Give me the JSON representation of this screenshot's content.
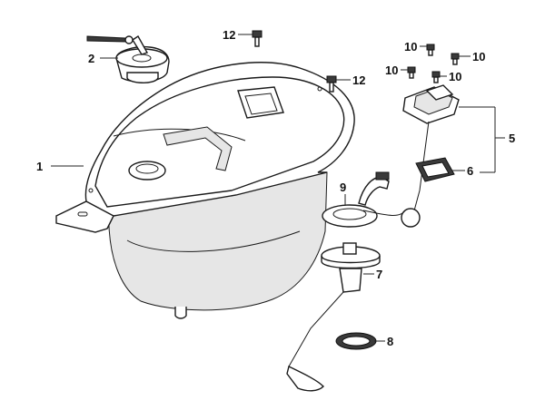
{
  "diagram": {
    "callouts": [
      {
        "id": "1",
        "text": "1"
      },
      {
        "id": "2",
        "text": "2"
      },
      {
        "id": "12a",
        "text": "12"
      },
      {
        "id": "12b",
        "text": "12"
      },
      {
        "id": "10a",
        "text": "10"
      },
      {
        "id": "10b",
        "text": "10"
      },
      {
        "id": "10c",
        "text": "10"
      },
      {
        "id": "10d",
        "text": "10"
      },
      {
        "id": "5",
        "text": "5"
      },
      {
        "id": "6",
        "text": "6"
      },
      {
        "id": "9",
        "text": "9"
      },
      {
        "id": "7",
        "text": "7"
      },
      {
        "id": "8",
        "text": "8"
      }
    ]
  }
}
